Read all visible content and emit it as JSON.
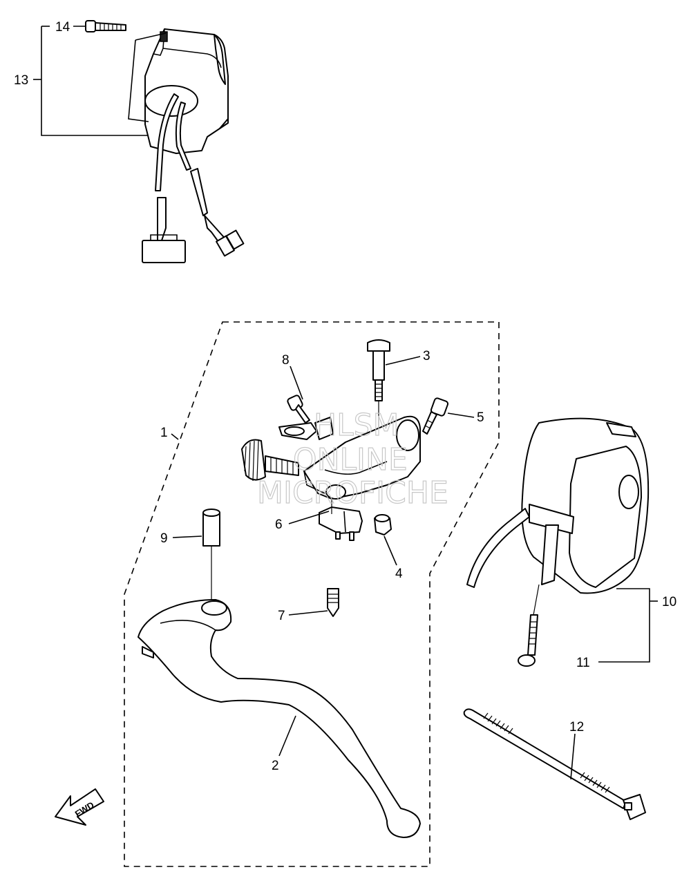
{
  "callouts": [
    {
      "id": "c1",
      "label": "1"
    },
    {
      "id": "c2",
      "label": "2"
    },
    {
      "id": "c3",
      "label": "3"
    },
    {
      "id": "c4",
      "label": "4"
    },
    {
      "id": "c5",
      "label": "5"
    },
    {
      "id": "c6",
      "label": "6"
    },
    {
      "id": "c7",
      "label": "7"
    },
    {
      "id": "c8",
      "label": "8"
    },
    {
      "id": "c9",
      "label": "9"
    },
    {
      "id": "c10",
      "label": "10"
    },
    {
      "id": "c11",
      "label": "11"
    },
    {
      "id": "c12",
      "label": "12"
    },
    {
      "id": "c13",
      "label": "13"
    },
    {
      "id": "c14",
      "label": "14"
    }
  ],
  "watermark": {
    "line1": "HLSM",
    "line2": "ONLINE",
    "line3": "MICROFICHE"
  },
  "direction_marker": {
    "label": "FWD"
  }
}
